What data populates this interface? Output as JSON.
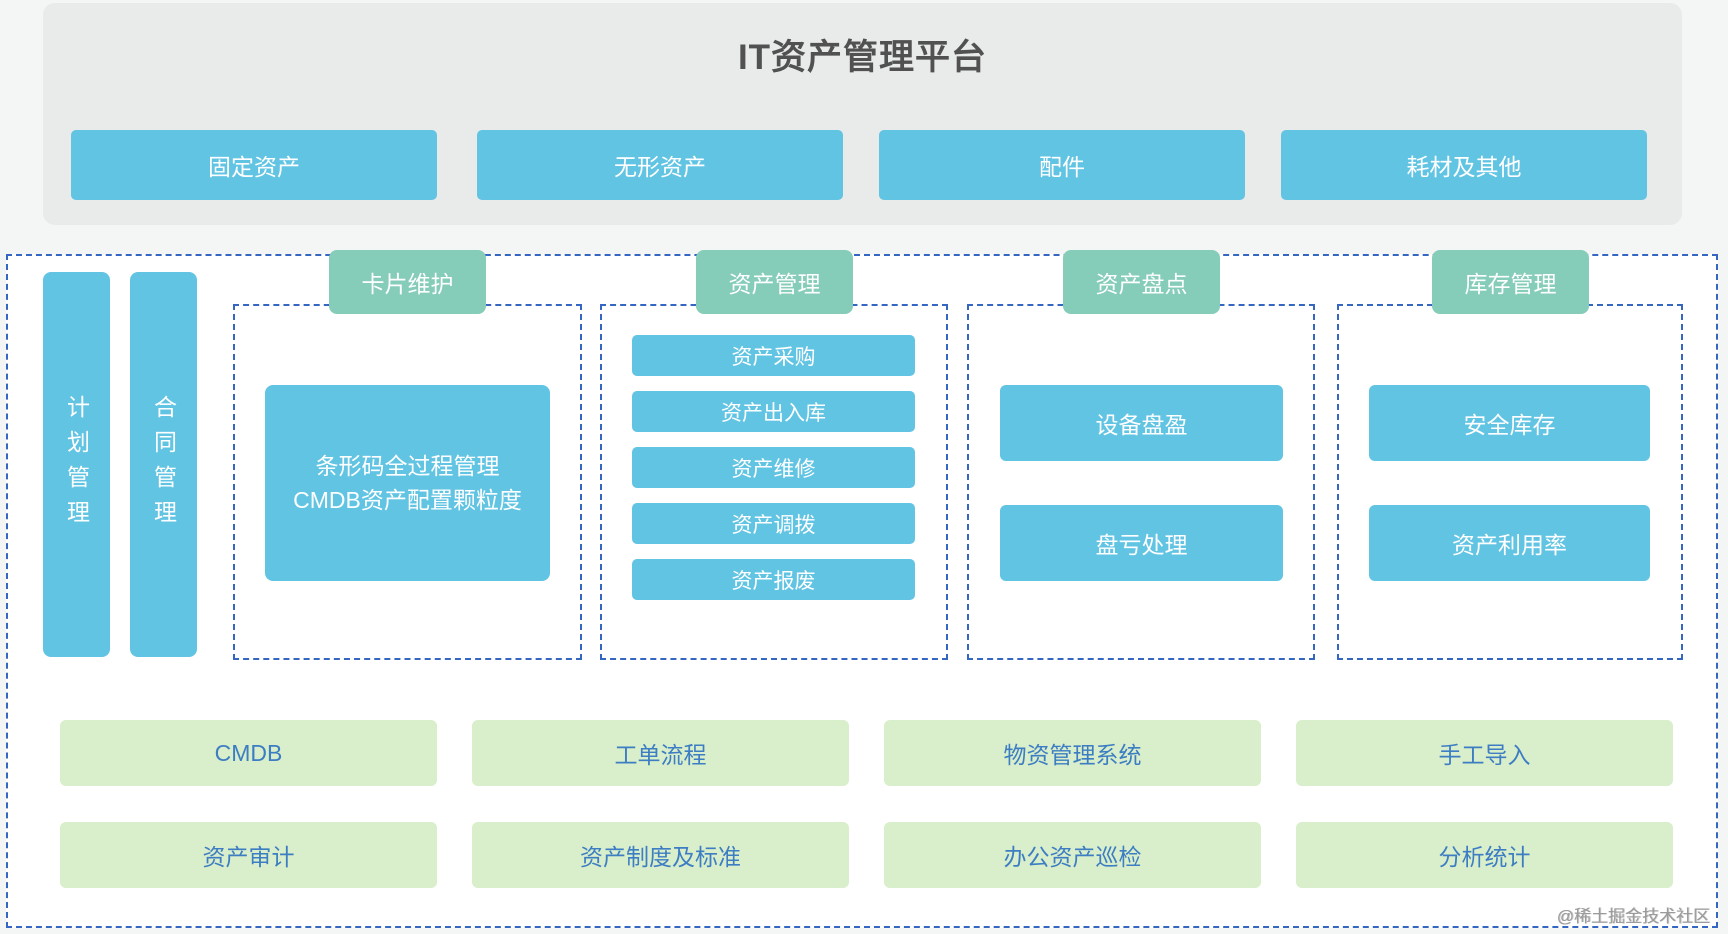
{
  "banner": {
    "title": "IT资产管理平台",
    "buttons": [
      "固定资产",
      "无形资产",
      "配件",
      "耗材及其他"
    ]
  },
  "side_bars": [
    "计划管理",
    "合同管理"
  ],
  "columns": [
    {
      "tab": "卡片维护",
      "card": {
        "line1": "条形码全过程管理",
        "line2": "CMDB资产配置颗粒度"
      }
    },
    {
      "tab": "资产管理",
      "items": [
        "资产采购",
        "资产出入库",
        "资产维修",
        "资产调拨",
        "资产报废"
      ]
    },
    {
      "tab": "资产盘点",
      "items": [
        "设备盘盈",
        "盘亏处理"
      ]
    },
    {
      "tab": "库存管理",
      "items": [
        "安全库存",
        "资产利用率"
      ]
    }
  ],
  "bottom_buttons": {
    "row1": [
      "CMDB",
      "工单流程",
      "物资管理系统",
      "手工导入"
    ],
    "row2": [
      "资产审计",
      "资产制度及标准",
      "办公资产巡检",
      "分析统计"
    ]
  },
  "watermark": "@稀土掘金技术社区",
  "colors": {
    "block_blue": "#62c4e3",
    "tab_green": "#85ccb9",
    "panel_green": "#d9eeca",
    "green_button_text": "#3c7dc3",
    "dashed_border_blue": "#3566c1",
    "banner_gray": "#e9eaea",
    "title_gray": "#515151",
    "watermark_gray": "#9b9b9b"
  }
}
